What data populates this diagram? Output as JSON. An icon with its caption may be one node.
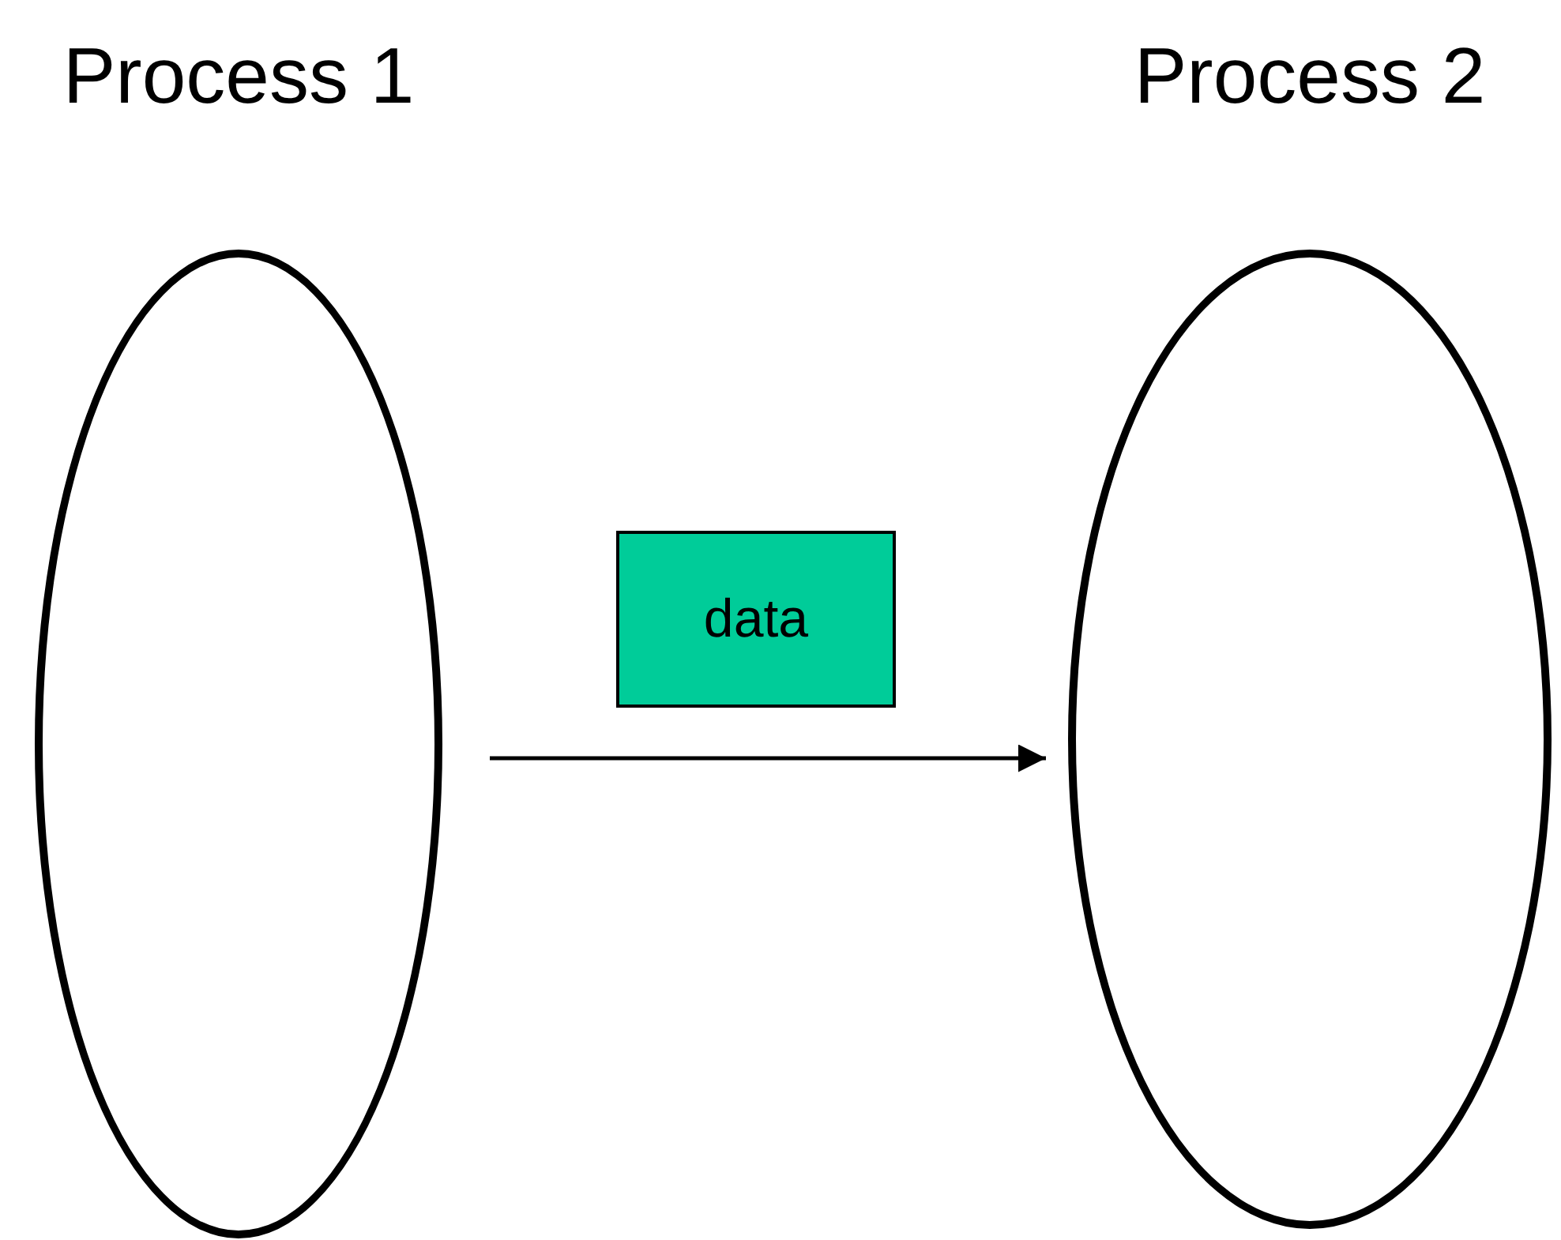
{
  "diagram": {
    "nodes": [
      {
        "text": [
          "Process 1"
        ]
      },
      {
        "text": [
          "Process 2"
        ]
      },
      {
        "text": [
          "data"
        ]
      }
    ],
    "edges": [
      {
        "from": 0,
        "to": 1,
        "arrow": "to"
      }
    ]
  }
}
